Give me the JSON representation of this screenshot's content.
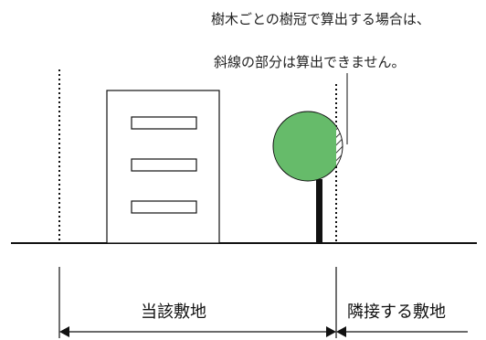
{
  "captions": {
    "line1": "樹木ごとの樹冠で算出する場合は、",
    "line2": "斜線の部分は算出できません。"
  },
  "labels": {
    "site": "当該敷地",
    "adjacent": "隣接する敷地"
  },
  "colors": {
    "canopy": "#66bb6a",
    "trunk": "#111111",
    "line": "#111111"
  }
}
